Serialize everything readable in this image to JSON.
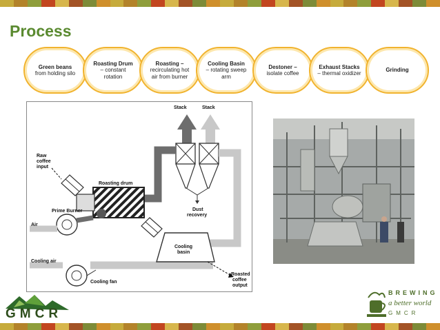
{
  "slide": {
    "title": "Process",
    "stripe_colors": [
      "#c6ab3c",
      "#b3832a",
      "#8f9e3c",
      "#c2461f",
      "#d7b64c",
      "#a35326",
      "#7d8b38",
      "#cf8f2c"
    ]
  },
  "steps": [
    {
      "head": "Green beans",
      "body": "from holding silo"
    },
    {
      "head": "Roasting Drum",
      "body": "– constant rotation"
    },
    {
      "head": "Roasting –",
      "body": "recirculating hot air from burner"
    },
    {
      "head": "Cooling Basin",
      "body": "– rotating sweep arm"
    },
    {
      "head": "Destoner –",
      "body": "isolate coffee"
    },
    {
      "head": "Exhaust Stacks",
      "body": "– thermal oxidizer"
    },
    {
      "head": "Grinding",
      "body": ""
    }
  ],
  "diagram": {
    "labels": {
      "stack1": "Stack",
      "stack2": "Stack",
      "raw1": "Raw",
      "raw2": "coffee",
      "raw3": "input",
      "roasting_drum": "Roasting drum",
      "prime_burner": "Prime Burner",
      "air": "Air",
      "dust1": "Dust",
      "dust2": "recovery",
      "cooling1": "Cooling",
      "cooling2": "basin",
      "cooling_air": "Cooling air",
      "cooling_fan": "Cooling fan",
      "roasted1": "Roasted",
      "roasted2": "coffee",
      "roasted3": "output"
    }
  },
  "logos": {
    "left": "GMCR",
    "right_line1": "BREWING",
    "right_line2": "a better world",
    "right_line3": "GMCR"
  }
}
